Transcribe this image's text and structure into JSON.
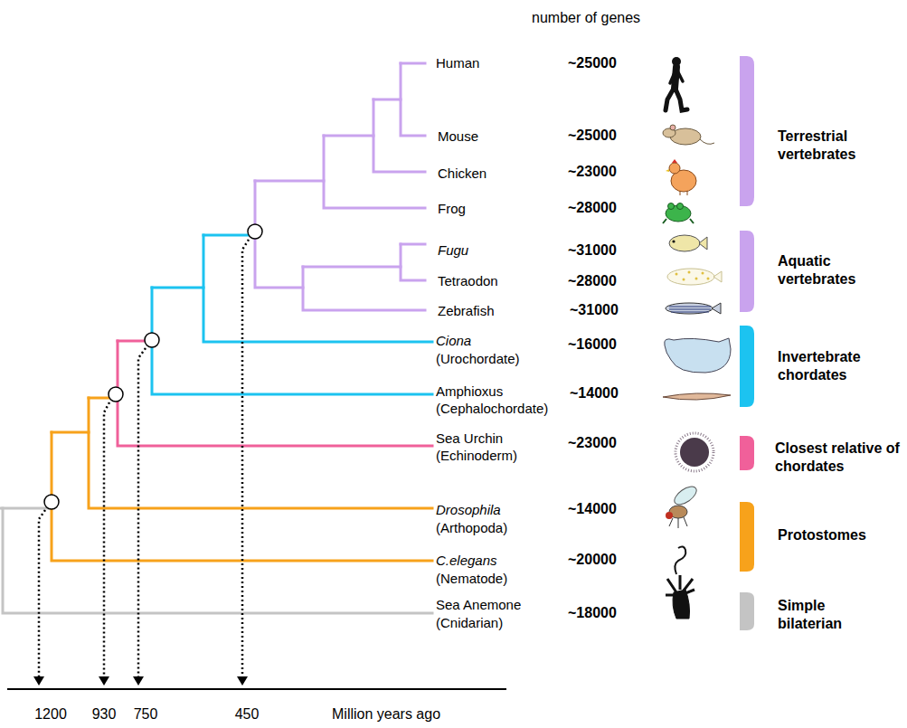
{
  "diagram": {
    "labels": [
      "number of genes",
      "Human",
      "~25000",
      "Mouse",
      "~25000",
      "Chicken",
      "~23000",
      "Frog",
      "~28000",
      "Fugu",
      "~31000",
      "Tetraodon",
      "~28000",
      "Zebrafish",
      "~31000",
      "Ciona",
      "(Urochordate)",
      "~16000",
      "Amphioxus",
      "(Cephalochordate)",
      "~14000",
      "Sea Urchin",
      "(Echinoderm)",
      "~23000",
      "Drosophila",
      "(Arthopoda)",
      "~14000",
      "C.elegans",
      "(Nematode)",
      "~20000",
      "Sea Anemone",
      "(Cnidarian)",
      "~18000",
      "Terrestrial vertebrates",
      "Aquatic vertebrates",
      "Invertebrate chordates",
      "Closest relative of chordates",
      "Protostomes",
      "Simple bilaterian",
      "1200",
      "930",
      "750",
      "450",
      "Million years ago"
    ]
  }
}
